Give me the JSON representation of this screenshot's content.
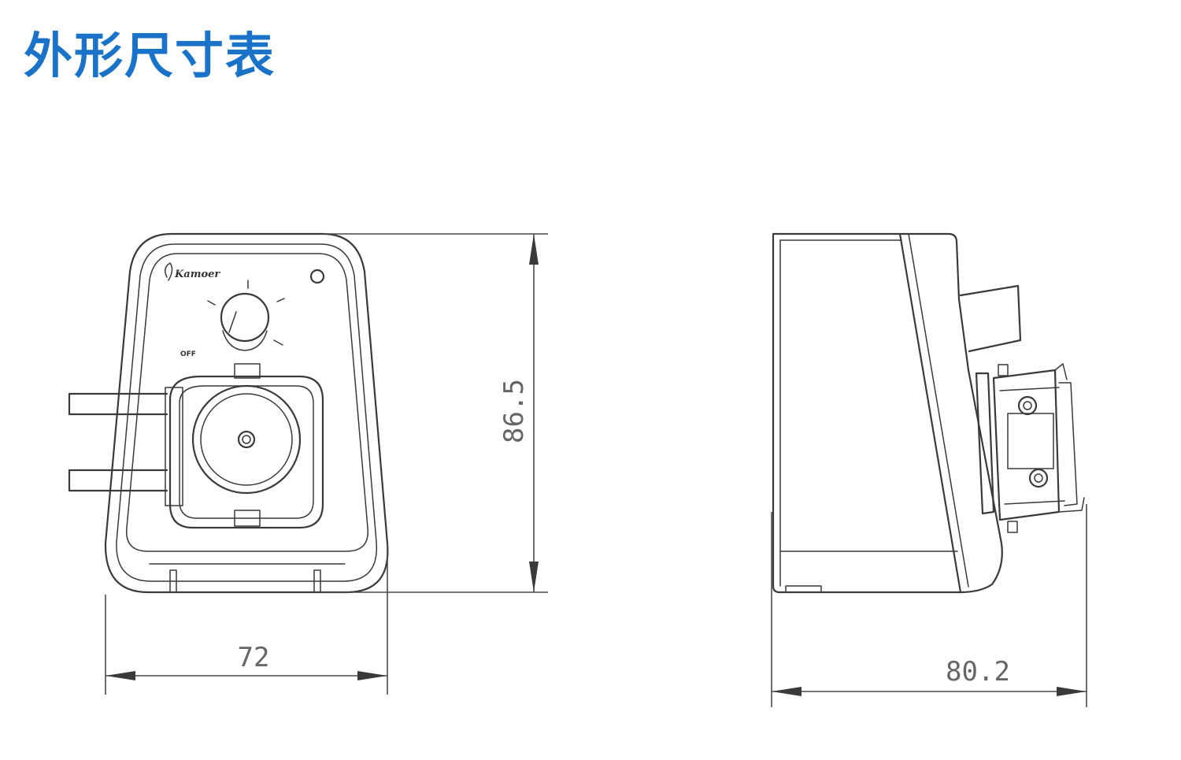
{
  "title": "外形尺寸表",
  "front_view": {
    "brand_label": "Kamoer",
    "knob_off_label": "OFF",
    "width_dimension": "72",
    "height_dimension": "86.5"
  },
  "side_view": {
    "depth_dimension": "80.2"
  }
}
